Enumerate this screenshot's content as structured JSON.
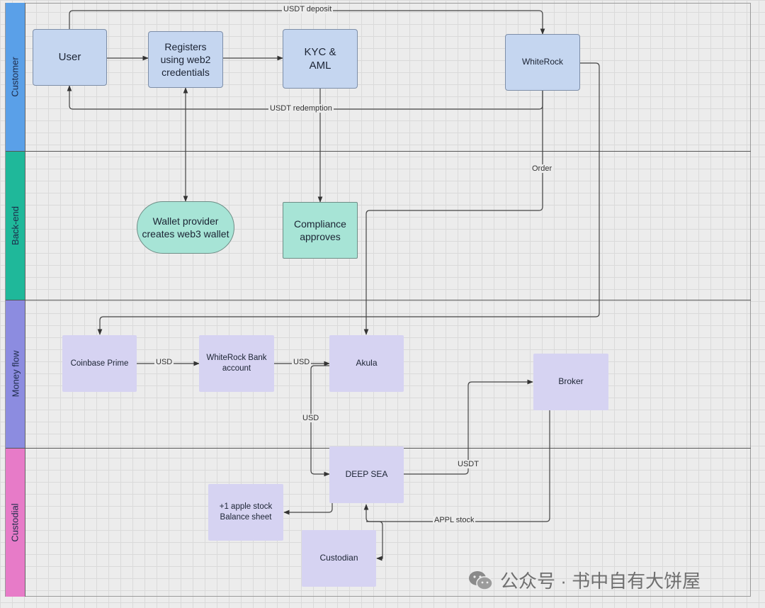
{
  "lanes": [
    "Customer",
    "Back-end",
    "Money flow",
    "Custodial"
  ],
  "lane_colors": [
    "#5aa0e8",
    "#1fb89a",
    "#8c8ce0",
    "#e77bc8"
  ],
  "nodes": {
    "user": "User",
    "registers": "Registers\nusing web2\ncredentials",
    "kyc": "KYC &\nAML",
    "whiterock": "WhiteRock",
    "wallet": "Wallet provider\ncreates web3 wallet",
    "compliance": "Compliance\napproves",
    "coinbase": "Coinbase Prime",
    "bank": "WhiteRock Bank\naccount",
    "akula": "Akula",
    "broker": "Broker",
    "deepsea": "DEEP SEA",
    "balance": "+1 apple stock\nBalance sheet",
    "custodian": "Custodian"
  },
  "edge_labels": {
    "usdt_deposit": "USDT deposit",
    "usdt_redemption": "USDT redemption",
    "order": "Order",
    "usd1": "USD",
    "usd2": "USD",
    "usd3": "USD",
    "usdt": "USDT",
    "appl_stock": "APPL stock"
  },
  "watermark": "公众号 · 书中自有大饼屋",
  "icons": {
    "watermark_icon": "wechat-icon"
  }
}
